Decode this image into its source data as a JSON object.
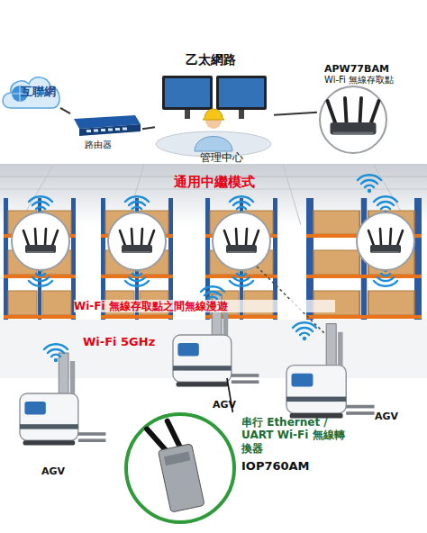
{
  "diagram": {
    "nodes": [
      {
        "text": [
          "互聯網"
        ]
      },
      {
        "text": [
          "路由器"
        ]
      },
      {
        "text": [
          "管理中心"
        ]
      },
      {
        "text": [
          "APW77BAM",
          "Wi-Fi 無線存取點"
        ]
      },
      {
        "text": [
          "AGV"
        ]
      },
      {
        "text": [
          "AGV"
        ]
      },
      {
        "text": [
          "AGV"
        ]
      },
      {
        "text": [
          "串行 Ethernet / UART Wi-Fi 無線轉換器",
          "IOP760AM"
        ]
      }
    ],
    "edges": [
      {
        "from": 0,
        "to": 1,
        "arrow": "none"
      },
      {
        "from": 1,
        "to": 2,
        "arrow": "none"
      },
      {
        "from": 2,
        "to": 3,
        "arrow": "none"
      },
      {
        "from": 5,
        "to": 7,
        "arrow": "none"
      }
    ],
    "labels": [
      "乙太網路",
      "通用中繼模式",
      "Wi-Fi 無線存取點之間無線漫遊",
      "Wi-Fi 5GHz"
    ]
  }
}
